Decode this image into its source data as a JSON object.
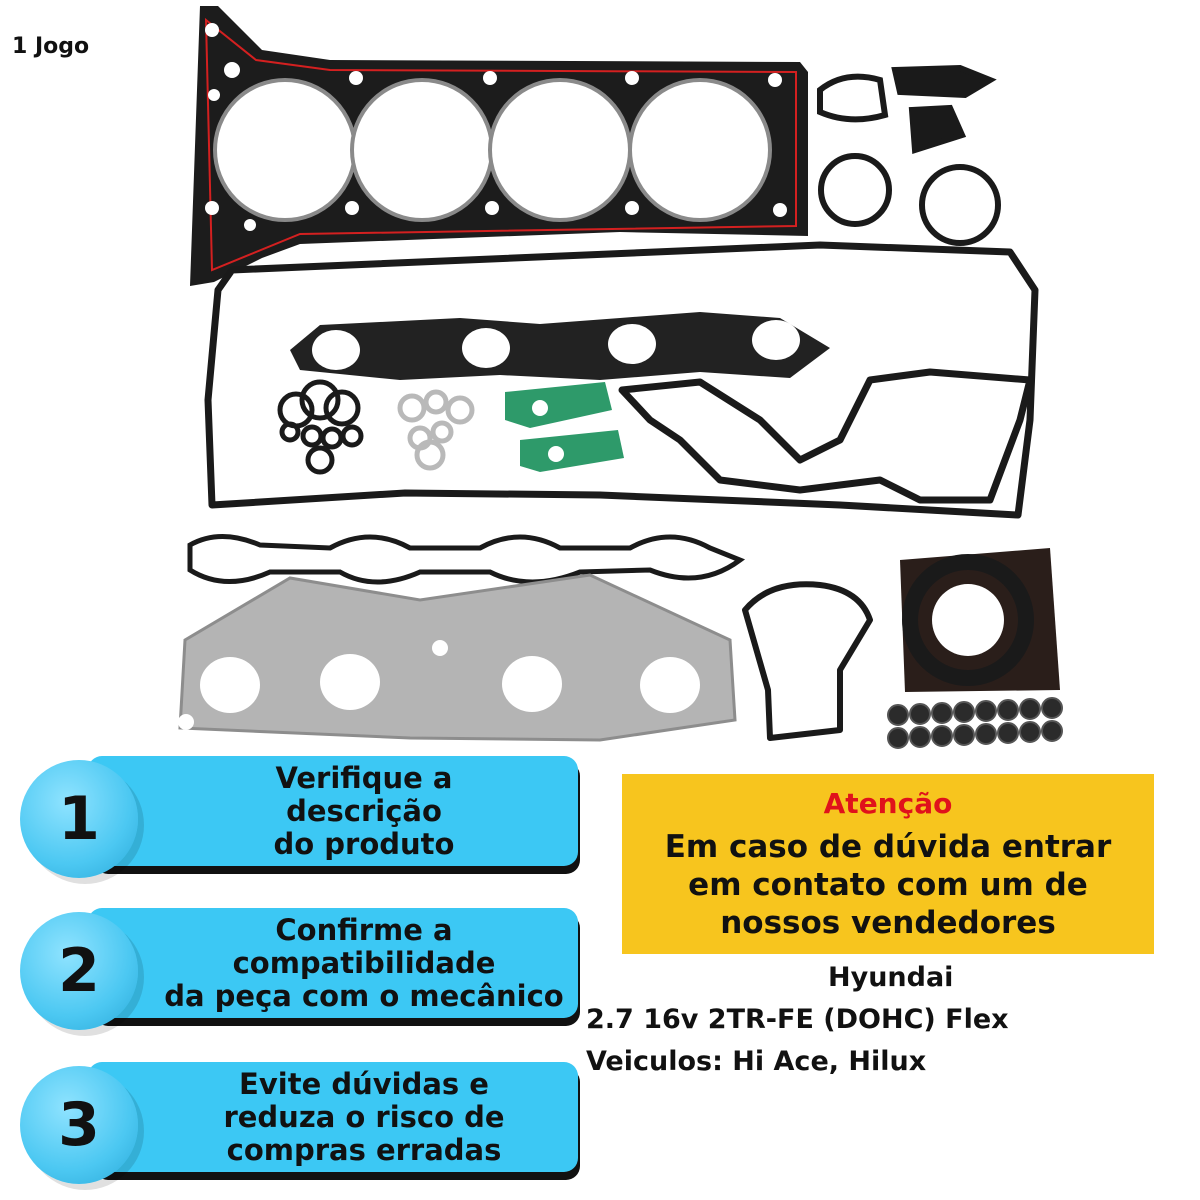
{
  "quantity_label": "1 Jogo",
  "steps": [
    {
      "number": "1",
      "lines": [
        "Verifique a",
        "descrição",
        "do produto"
      ]
    },
    {
      "number": "2",
      "lines": [
        "Confirme a",
        "compatibilidade",
        "da peça com o mecânico"
      ]
    },
    {
      "number": "3",
      "lines": [
        "Evite dúvidas e",
        "reduza o risco de",
        "compras erradas"
      ]
    }
  ],
  "warning": {
    "title": "Atenção",
    "lines": [
      "Em caso de dúvida entrar",
      "em contato com um de",
      "nossos vendedores"
    ]
  },
  "vehicle": {
    "brand": "Hyundai",
    "engine": "2.7 16v 2TR-FE (DOHC) Flex",
    "models": "Veiculos: Hi Ace, Hilux"
  },
  "colors": {
    "step_blue": "#3cc8f4",
    "warning_yellow": "#f7c51e",
    "warning_red": "#e0121b",
    "gasket_black": "#1a1a1a",
    "seal_red": "#d42020",
    "gasket_green": "#2e9a6a",
    "metal_grey": "#b9b9b9"
  }
}
